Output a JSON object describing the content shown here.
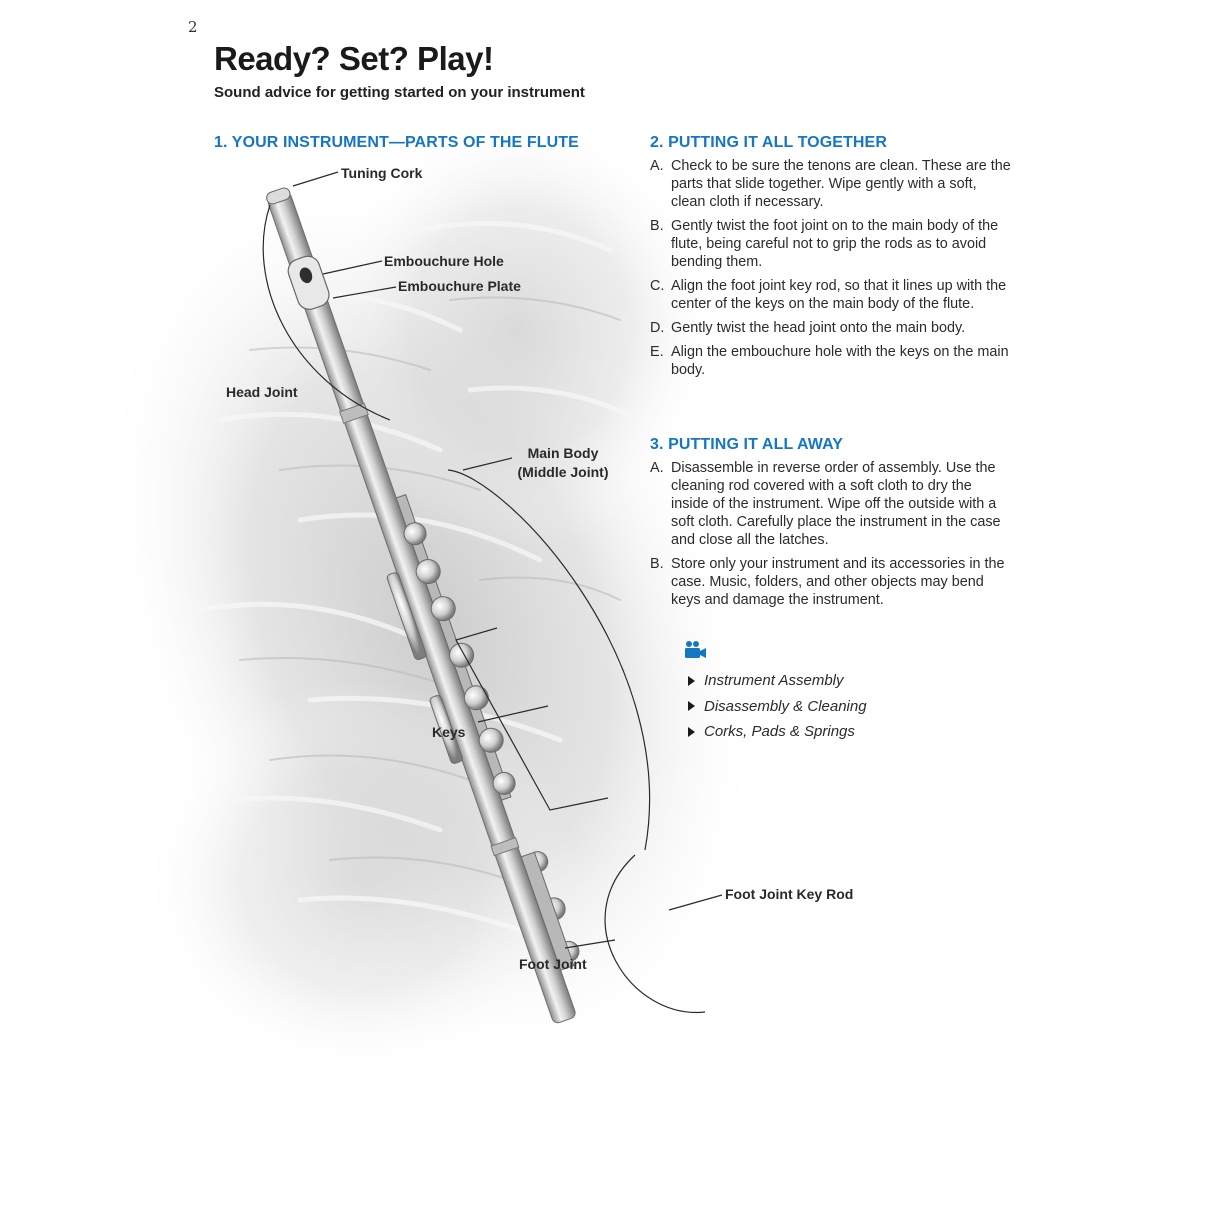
{
  "page_number": "2",
  "title": "Ready? Set? Play!",
  "subtitle": "Sound advice for getting started on your instrument",
  "section1": {
    "heading": "1. YOUR INSTRUMENT—PARTS OF THE FLUTE",
    "labels": {
      "tuning_cork": "Tuning Cork",
      "embouchure_hole": "Embouchure Hole",
      "embouchure_plate": "Embouchure Plate",
      "head_joint": "Head Joint",
      "main_body_line1": "Main Body",
      "main_body_line2": "(Middle Joint)",
      "keys": "Keys",
      "foot_joint_key_rod": "Foot Joint Key Rod",
      "foot_joint": "Foot Joint"
    }
  },
  "section2": {
    "heading": "2. PUTTING IT ALL TOGETHER",
    "steps": [
      {
        "letter": "A.",
        "text": "Check to be sure the tenons are clean. These are the parts that slide together. Wipe gently with a soft, clean cloth if necessary."
      },
      {
        "letter": "B.",
        "text": "Gently twist the foot joint on to the main body of the flute, being careful not to grip the rods as to avoid bending them."
      },
      {
        "letter": "C.",
        "text": "Align the foot joint key rod, so that it lines up with the center of the keys on the main body of the flute."
      },
      {
        "letter": "D.",
        "text": "Gently twist the head joint onto the main body."
      },
      {
        "letter": "E.",
        "text": "Align the embouchure hole with the keys on the main body."
      }
    ]
  },
  "section3": {
    "heading": "3. PUTTING IT ALL AWAY",
    "steps": [
      {
        "letter": "A.",
        "text": "Disassemble in reverse order of assembly.  Use the cleaning rod covered with a soft cloth to dry the inside of the instrument. Wipe off the outside with a soft cloth. Carefully place the instrument in the case and close all the latches."
      },
      {
        "letter": "B.",
        "text": "Store only your instrument and its accessories in the case. Music, folders, and other objects may bend keys and damage the instrument."
      }
    ]
  },
  "videos": {
    "icon": "video-camera-icon",
    "items": [
      "Instrument Assembly",
      "Disassembly & Cleaning",
      "Corks, Pads & Springs"
    ]
  },
  "colors": {
    "heading_blue": "#1577c2",
    "text": "#2b2b2b"
  }
}
